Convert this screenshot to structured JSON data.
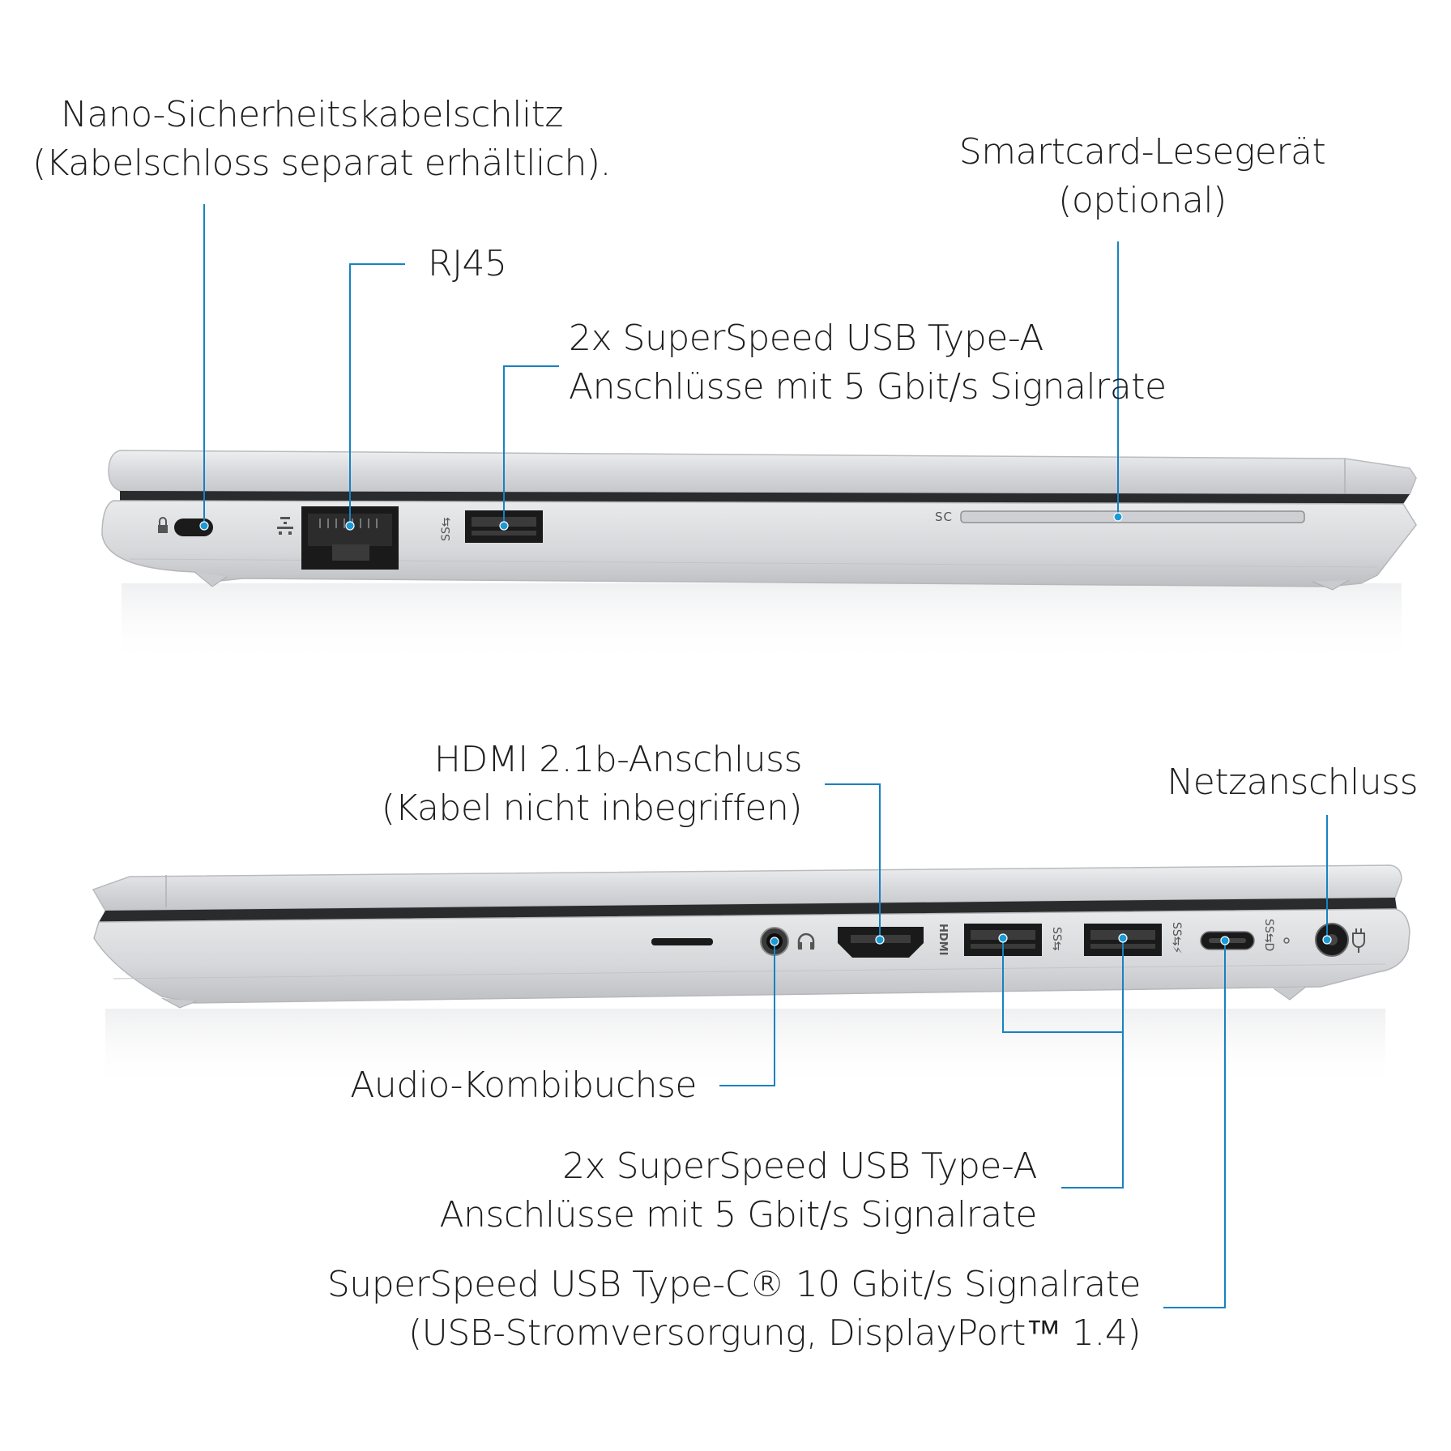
{
  "top_view": {
    "lock_slot": {
      "label_lines": [
        "Nano-Sicherheitskabelschlitz",
        "(Kabelschloss separat erhältlich)."
      ]
    },
    "rj45": {
      "label_lines": [
        "RJ45"
      ]
    },
    "usb_a": {
      "label_lines": [
        "2x SuperSpeed USB Type-A",
        "Anschlüsse mit 5 Gbit/s Signalrate"
      ]
    },
    "smartcard": {
      "label_lines": [
        "Smartcard-Lesegerät",
        "(optional)"
      ],
      "marking": "SC"
    }
  },
  "bottom_view": {
    "hdmi": {
      "label_lines": [
        "HDMI 2.1b-Anschluss",
        "(Kabel nicht inbegriffen)"
      ],
      "marking": "HDMI"
    },
    "power": {
      "label_lines": [
        "Netzanschluss"
      ]
    },
    "audio": {
      "label_lines": [
        "Audio-Kombibuchse"
      ]
    },
    "usb_a": {
      "label_lines": [
        "2x SuperSpeed USB Type-A",
        "Anschlüsse mit 5 Gbit/s Signalrate"
      ]
    },
    "usb_c": {
      "label_lines": [
        "SuperSpeed USB Type-C® 10 Gbit/s Signalrate",
        "(USB-Stromversorgung, DisplayPort™ 1.4)"
      ]
    }
  },
  "colors": {
    "leader_line": "#1782c2",
    "chassis": "#d9dadc",
    "port": "#1a1a1a"
  },
  "icons": [
    "lock-icon",
    "network-icon",
    "usb-ss-icon",
    "headset-icon",
    "hdmi-icon",
    "usb-c-dp-icon",
    "power-plug-icon"
  ]
}
